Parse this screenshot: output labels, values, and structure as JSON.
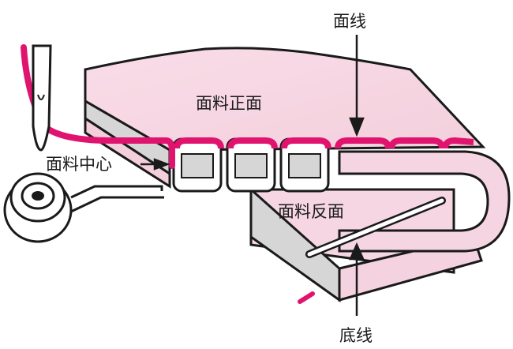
{
  "labels": {
    "top_thread": "面线",
    "fabric_front": "面料正面",
    "fabric_center": "面料中心",
    "fabric_back": "面料反面",
    "bottom_thread": "底线"
  },
  "colors": {
    "upper_thread": "#e0146e",
    "fabric_top": "#f7d7e4",
    "fabric_edge": "#d9d9d9",
    "outline": "#1a1a1a"
  }
}
